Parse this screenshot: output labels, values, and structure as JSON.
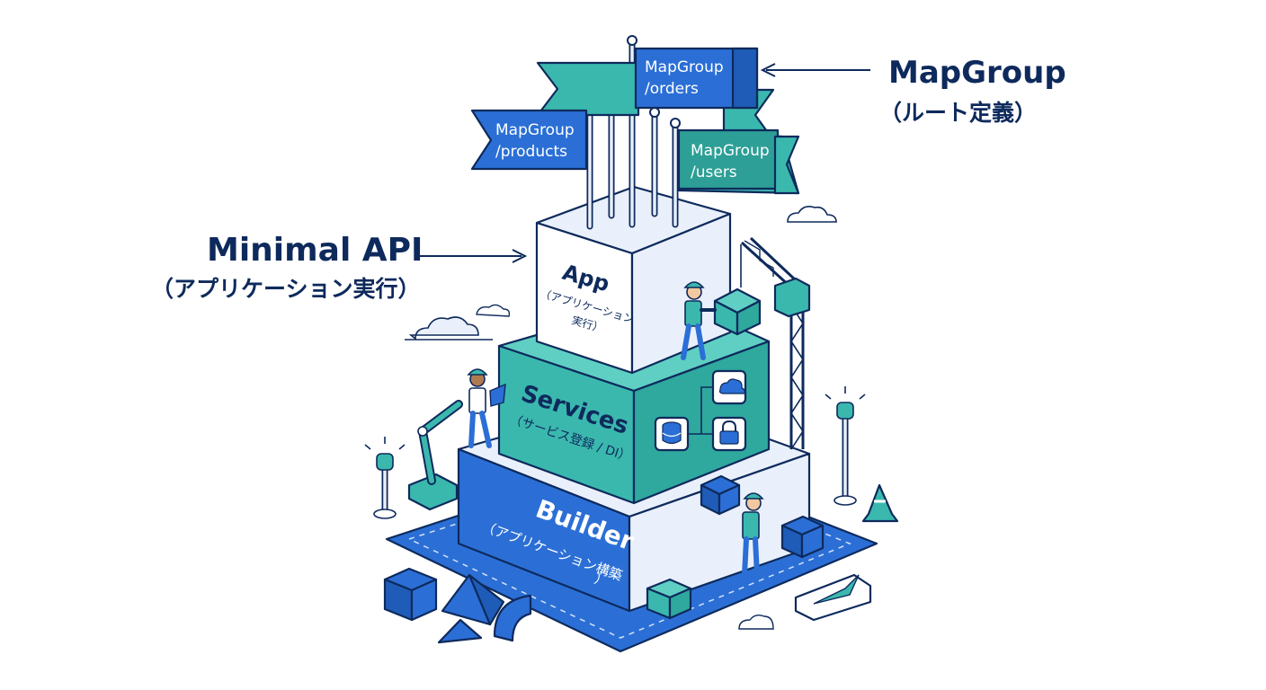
{
  "labels": {
    "minimal_api_title": "Minimal API",
    "minimal_api_sub": "（アプリケーション実行）",
    "mapgroup_title": "MapGroup",
    "mapgroup_sub": "（ルート定義）"
  },
  "layers": {
    "app": {
      "title": "App",
      "sub_line1": "（アプリケーション",
      "sub_line2": "実行）"
    },
    "services": {
      "title": "Services",
      "sub": "（サービス登録 / DI）"
    },
    "builder": {
      "title": "Builder",
      "sub_line1": "（アプリケーション構築",
      "sub_line2": "）"
    }
  },
  "flags": {
    "orders": {
      "line1": "MapGroup",
      "line2": "/orders"
    },
    "products": {
      "line1": "MapGroup",
      "line2": "/products"
    },
    "users": {
      "line1": "MapGroup",
      "line2": "/users"
    }
  },
  "colors": {
    "navy": "#0e2a5c",
    "blue": "#2b6fd6",
    "teal": "#3bb8ae",
    "light": "#e9f0fb"
  },
  "icons": [
    "cloud-icon",
    "lock-icon",
    "database-icon",
    "crane-icon",
    "worker-icon",
    "lamp-icon",
    "traffic-cone-icon",
    "robot-arm-icon"
  ]
}
